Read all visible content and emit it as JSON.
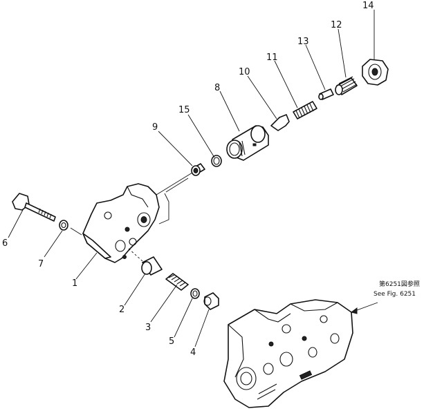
{
  "labels": [
    "1",
    "2",
    "3",
    "4",
    "5",
    "6",
    "7",
    "8",
    "9",
    "10",
    "11",
    "12",
    "13",
    "14",
    "15"
  ],
  "reference": {
    "line1": "第6251図参照",
    "line2": "See Fig. 6251"
  }
}
